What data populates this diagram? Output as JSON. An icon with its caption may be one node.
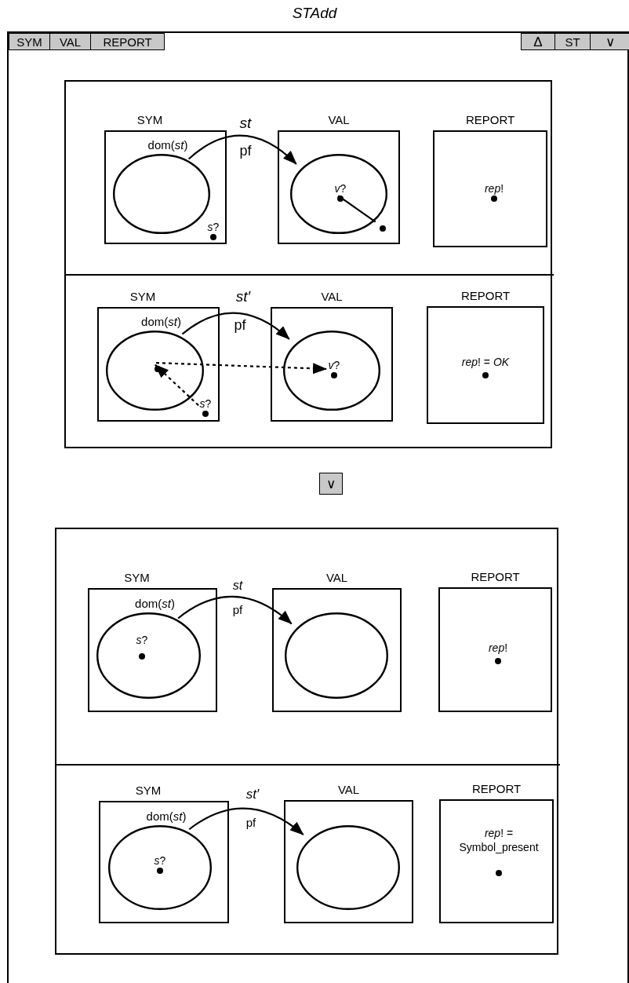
{
  "diagram": {
    "title": "STAdd",
    "nodes": [
      {
        "text": [],
        "shape": "box"
      },
      {
        "text": [
          "SYM"
        ],
        "in": 0
      },
      {
        "text": [
          "VAL"
        ],
        "in": 0
      },
      {
        "text": [
          "REPORT"
        ],
        "in": 0
      },
      {
        "text": [
          "Δ"
        ],
        "in": 0
      },
      {
        "text": [
          "ST"
        ],
        "in": 0
      },
      {
        "text": [
          "∨"
        ],
        "in": 0
      },
      {
        "text": [],
        "shape": "box",
        "in": 0
      },
      {
        "text": [],
        "shape": "band",
        "in": 7
      },
      {
        "text": [],
        "shape": "band",
        "in": 7
      },
      {
        "text": [
          "SYM"
        ],
        "in": 8
      },
      {
        "text": [
          "dom(*st*)"
        ],
        "in": 10
      },
      {
        "text": [
          "*s*?"
        ],
        "in": 10
      },
      {
        "text": [
          "VAL"
        ],
        "in": 8
      },
      {
        "text": [],
        "shape": "ellipse",
        "in": 13
      },
      {
        "text": [
          "*v*?"
        ],
        "in": 14
      },
      {
        "text": [],
        "shape": "dot",
        "in": 13
      },
      {
        "text": [
          "REPORT"
        ],
        "in": 8
      },
      {
        "text": [
          "*rep*!"
        ],
        "in": 17
      },
      {
        "text": [
          "SYM"
        ],
        "in": 9
      },
      {
        "text": [
          "dom(*st*)"
        ],
        "in": 19
      },
      {
        "text": [],
        "shape": "dot",
        "in": 20
      },
      {
        "text": [
          "*s*?"
        ],
        "in": 19
      },
      {
        "text": [
          "VAL"
        ],
        "in": 9
      },
      {
        "text": [],
        "shape": "ellipse",
        "in": 23
      },
      {
        "text": [
          "*v*?"
        ],
        "in": 24
      },
      {
        "text": [
          "REPORT"
        ],
        "in": 9
      },
      {
        "text": [
          "*rep*! = *OK*"
        ],
        "in": 26
      },
      {
        "text": [
          "∨"
        ],
        "in": 0
      },
      {
        "text": [],
        "shape": "box",
        "in": 0
      },
      {
        "text": [],
        "shape": "band",
        "in": 29
      },
      {
        "text": [],
        "shape": "band",
        "in": 29
      },
      {
        "text": [
          "SYM"
        ],
        "in": 30
      },
      {
        "text": [
          "dom(*st*)"
        ],
        "in": 32
      },
      {
        "text": [
          "*s*?"
        ],
        "in": 33
      },
      {
        "text": [
          "VAL"
        ],
        "in": 30
      },
      {
        "text": [],
        "shape": "ellipse",
        "in": 35
      },
      {
        "text": [
          "REPORT"
        ],
        "in": 30
      },
      {
        "text": [
          "*rep*!"
        ],
        "in": 37
      },
      {
        "text": [
          "SYM"
        ],
        "in": 31
      },
      {
        "text": [
          "dom(*st*)"
        ],
        "in": 39
      },
      {
        "text": [
          "*s*?"
        ],
        "in": 40
      },
      {
        "text": [
          "VAL"
        ],
        "in": 31
      },
      {
        "text": [],
        "shape": "ellipse",
        "in": 42
      },
      {
        "text": [
          "REPORT"
        ],
        "in": 31
      },
      {
        "text": [
          "*rep*! = Symbol_present"
        ],
        "in": 44
      }
    ],
    "edges": [
      {
        "from": 11,
        "to": 14,
        "arrow": "to",
        "label": "st"
      },
      {
        "from": 15,
        "to": 16,
        "arrow": "none"
      },
      {
        "from": 20,
        "to": 24,
        "arrow": "to",
        "label": "st′"
      },
      {
        "from": 22,
        "to": 21,
        "arrow": "to",
        "style": "dashed"
      },
      {
        "from": 21,
        "to": 25,
        "arrow": "to",
        "style": "dashed"
      },
      {
        "from": 33,
        "to": 36,
        "arrow": "to",
        "label": "st"
      },
      {
        "from": 40,
        "to": 43,
        "arrow": "to",
        "label": "st′"
      }
    ],
    "labels": [
      "pf",
      "pf",
      "pf",
      "pf"
    ]
  }
}
